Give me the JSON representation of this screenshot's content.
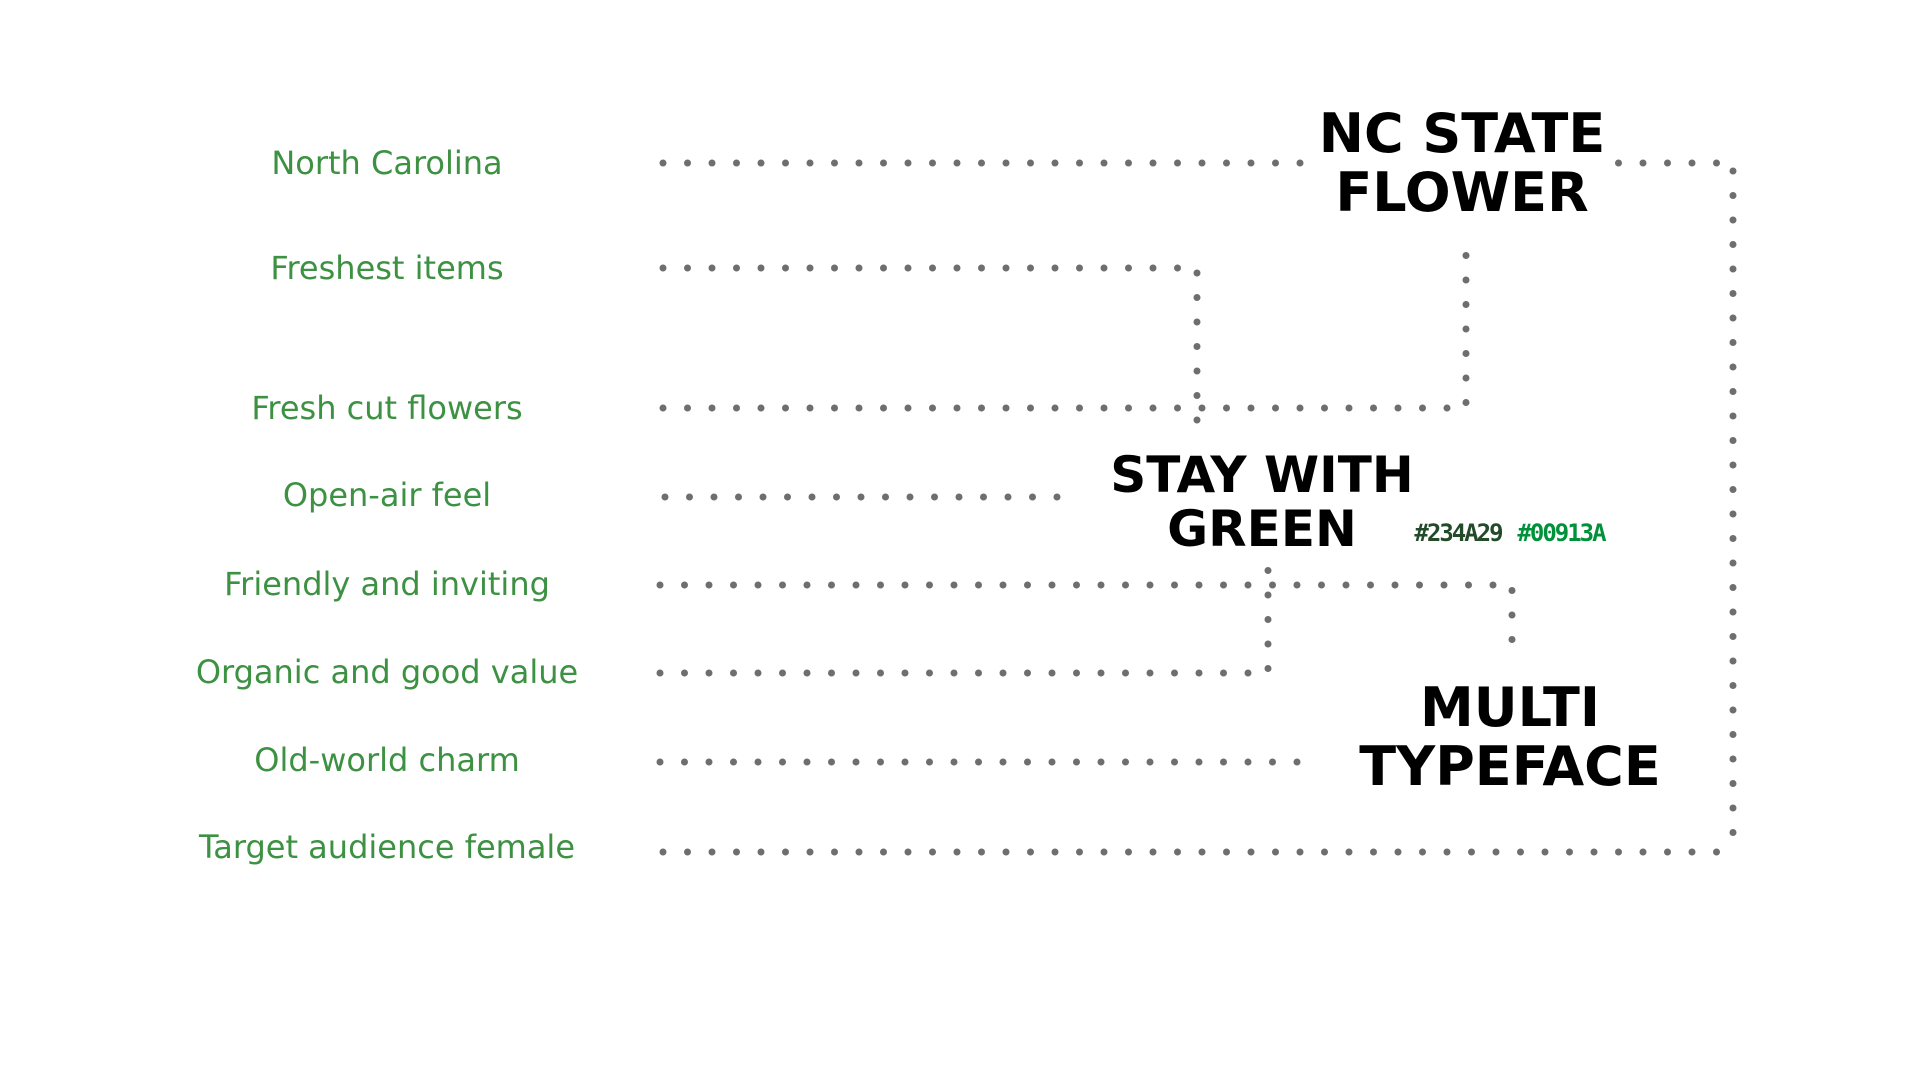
{
  "attributes": [
    "North Carolina",
    "Freshest items",
    "Fresh cut flowers",
    "Open-air feel",
    "Friendly and inviting",
    "Organic and good value",
    "Old-world charm",
    "Target audience female"
  ],
  "concepts": {
    "nc_state_flower": [
      "NC STATE",
      "FLOWER"
    ],
    "stay_with_green": [
      "STAY WITH",
      "GREEN"
    ],
    "multi_typeface": [
      "MULTI",
      "TYPEFACE"
    ]
  },
  "color_codes": [
    {
      "label": "#234A29",
      "color": "#234A29"
    },
    {
      "label": "#00913A",
      "color": "#00913A"
    }
  ],
  "colors": {
    "attribute_text": "#3D9142",
    "concept_text": "#000000",
    "connector_dots": "#6E6E6E",
    "background": "#FFFFFF"
  }
}
